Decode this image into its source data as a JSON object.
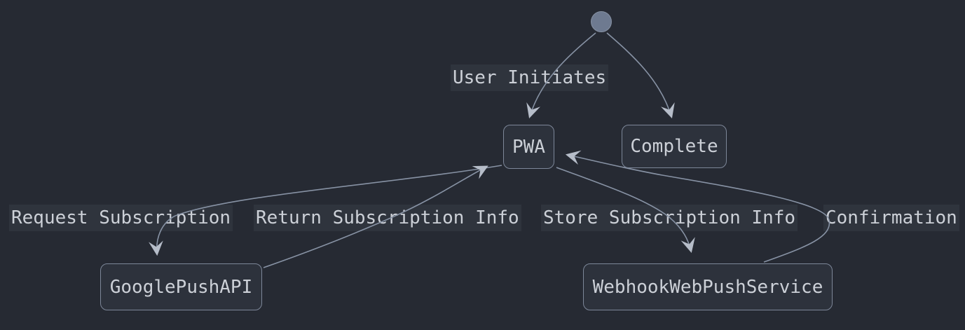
{
  "diagram": {
    "kind": "state-diagram",
    "theme_colors": {
      "background": "#262a33",
      "node_fill": "#2d323c",
      "node_border": "#7d8799",
      "text": "#ccd0d7",
      "edge_stroke": "#8792a4",
      "arrowhead_fill": "#b6bdc9",
      "label_background": "#2f343d",
      "initial_state_fill": "#6e7a90"
    },
    "nodes": [
      {
        "id": "PWA",
        "label": "PWA"
      },
      {
        "id": "Complete",
        "label": "Complete"
      },
      {
        "id": "GooglePushAPI",
        "label": "GooglePushAPI"
      },
      {
        "id": "WebhookWebPushService",
        "label": "WebhookWebPushService"
      }
    ],
    "edges": [
      {
        "from": "initial-state",
        "to": "PWA",
        "label": "User Initiates"
      },
      {
        "from": "initial-state",
        "to": "Complete",
        "label": ""
      },
      {
        "from": "PWA",
        "to": "GooglePushAPI",
        "label": "Request Subscription"
      },
      {
        "from": "GooglePushAPI",
        "to": "PWA",
        "label": "Return Subscription Info"
      },
      {
        "from": "PWA",
        "to": "WebhookWebPushService",
        "label": "Store Subscription Info"
      },
      {
        "from": "WebhookWebPushService",
        "to": "PWA",
        "label": "Confirmation"
      }
    ]
  }
}
